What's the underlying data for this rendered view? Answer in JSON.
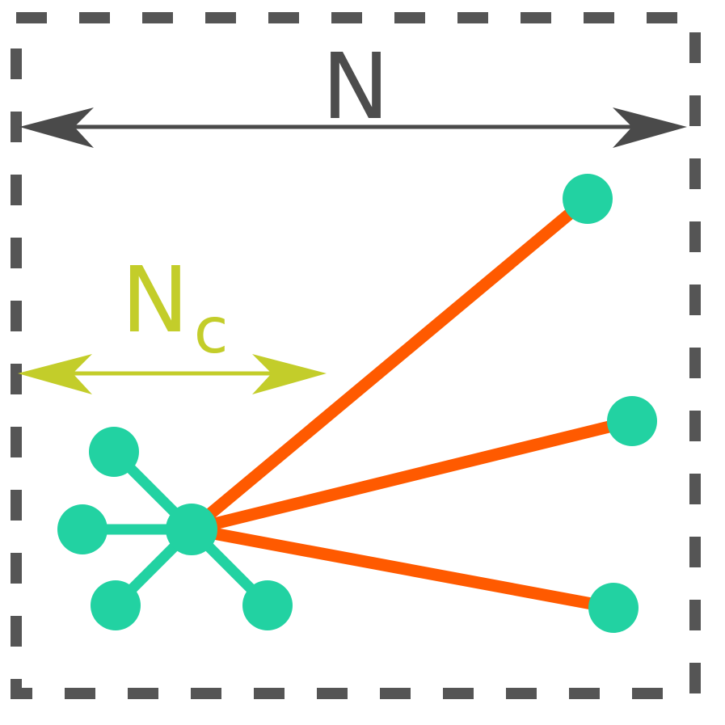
{
  "labels": {
    "total_range": "N",
    "cutoff_range_main": "N",
    "cutoff_range_sub": "c"
  },
  "colors": {
    "border": "#555555",
    "total_arrow": "#4a4a4a",
    "total_label": "#4d4d4d",
    "cutoff": "#c3cd2a",
    "near_links": "#22d2a2",
    "far_links": "#ff5a00",
    "nodes": "#22d2a2"
  }
}
